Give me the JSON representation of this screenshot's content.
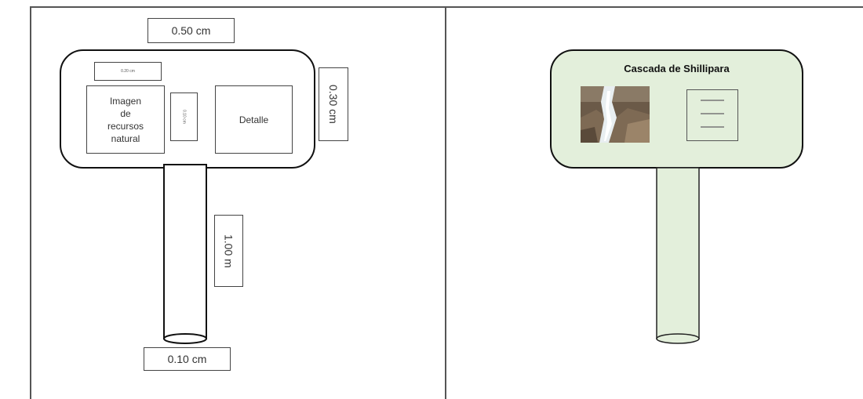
{
  "left": {
    "top_width_label": "0.50 cm",
    "small_top_label": "0.20 cm",
    "image_box_label": "Imagen\nde\nrecursos\nnatural",
    "small_vertical_label": "0.10 cm",
    "detail_box_label": "Detalle",
    "height_label": "0.30 cm",
    "post_height_label": "1.00 m",
    "post_diameter_label": "0.10 cm"
  },
  "right": {
    "title": "Cascada de Shillipara",
    "panel_color": "#e3efdb",
    "post_color": "#e3efdb"
  }
}
